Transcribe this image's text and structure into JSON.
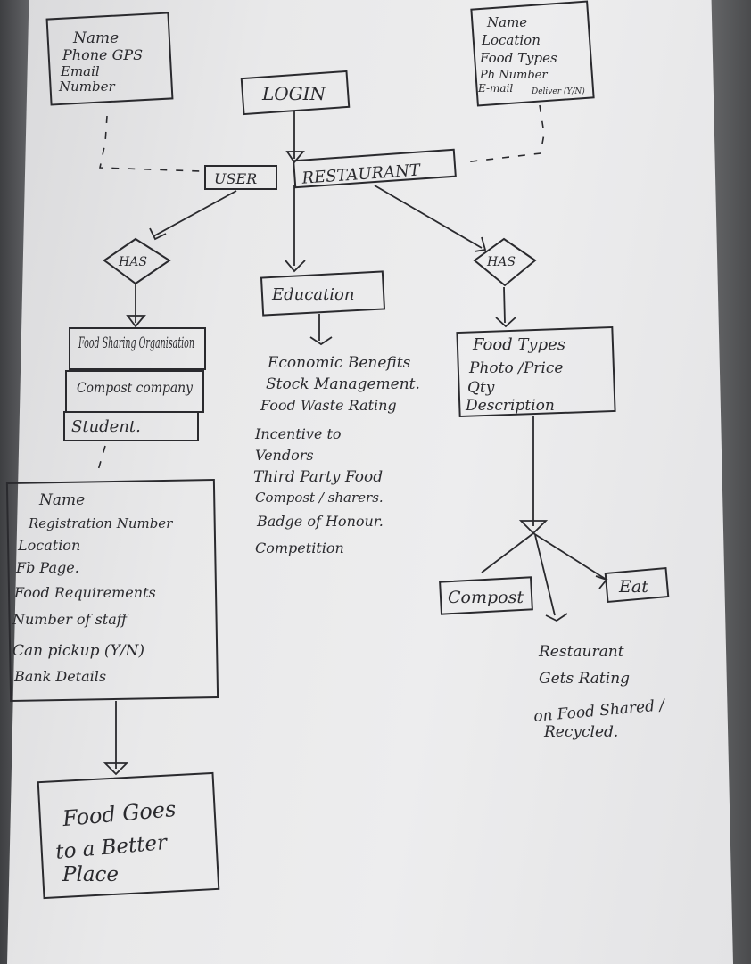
{
  "diagram": {
    "login": "LOGIN",
    "user": "USER",
    "restaurant": "RESTAURANT",
    "user_attrs": [
      "Name",
      "Phone GPS",
      "Email",
      "Number"
    ],
    "restaurant_attrs": [
      "Name",
      "Location",
      "Food Types",
      "Ph Number",
      "E-mail",
      "Deliver (Y/N)"
    ],
    "has_left": "HAS",
    "has_right": "HAS",
    "education": "Education",
    "user_types": [
      "Food Sharing Organisation",
      "Compost company",
      "Student."
    ],
    "education_items": [
      "Economic Benefits",
      "Stock Management.",
      "Food Waste Rating",
      "Incentive to",
      "Vendors",
      "Third Party Food",
      "Compost / sharers.",
      "Badge of Honour.",
      "Competition"
    ],
    "food_box": [
      "Food Types",
      "Photo /Price",
      "Qty",
      "Description"
    ],
    "registration_box": [
      "Name",
      "Registration Number",
      "Location",
      "Fb Page.",
      "Food Requirements",
      "Number of staff",
      "Can pickup (Y/N)",
      "Bank Details"
    ],
    "compost": "Compost",
    "eat": "Eat",
    "rating_note": [
      "Restaurant",
      "Gets Rating",
      "on Food Shared /",
      "Recycled."
    ],
    "final_box": [
      "Food Goes",
      "to a Better",
      "Place"
    ]
  }
}
